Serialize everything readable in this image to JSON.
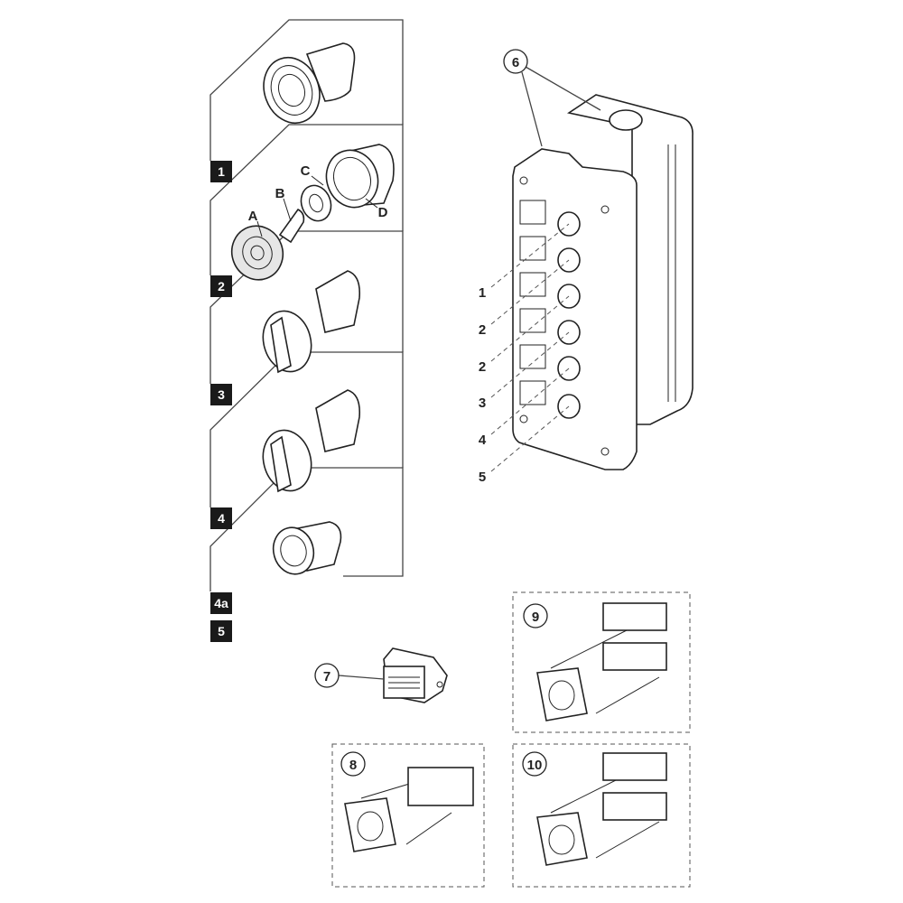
{
  "panel_tags": [
    "1",
    "2",
    "3",
    "4",
    "4a",
    "5"
  ],
  "part2_letters": [
    "A",
    "B",
    "C",
    "D"
  ],
  "enclosure": {
    "callout": "6",
    "hole_labels": [
      "1",
      "2",
      "2",
      "3",
      "4",
      "5"
    ]
  },
  "callouts": {
    "buzzer": "7",
    "single_contact": "8",
    "double_contact_top": "9",
    "double_contact_bottom": "10"
  },
  "colors": {
    "line": "#222222",
    "tag_bg": "#1a1a1a",
    "lens_fill": "#e6e6e6"
  }
}
